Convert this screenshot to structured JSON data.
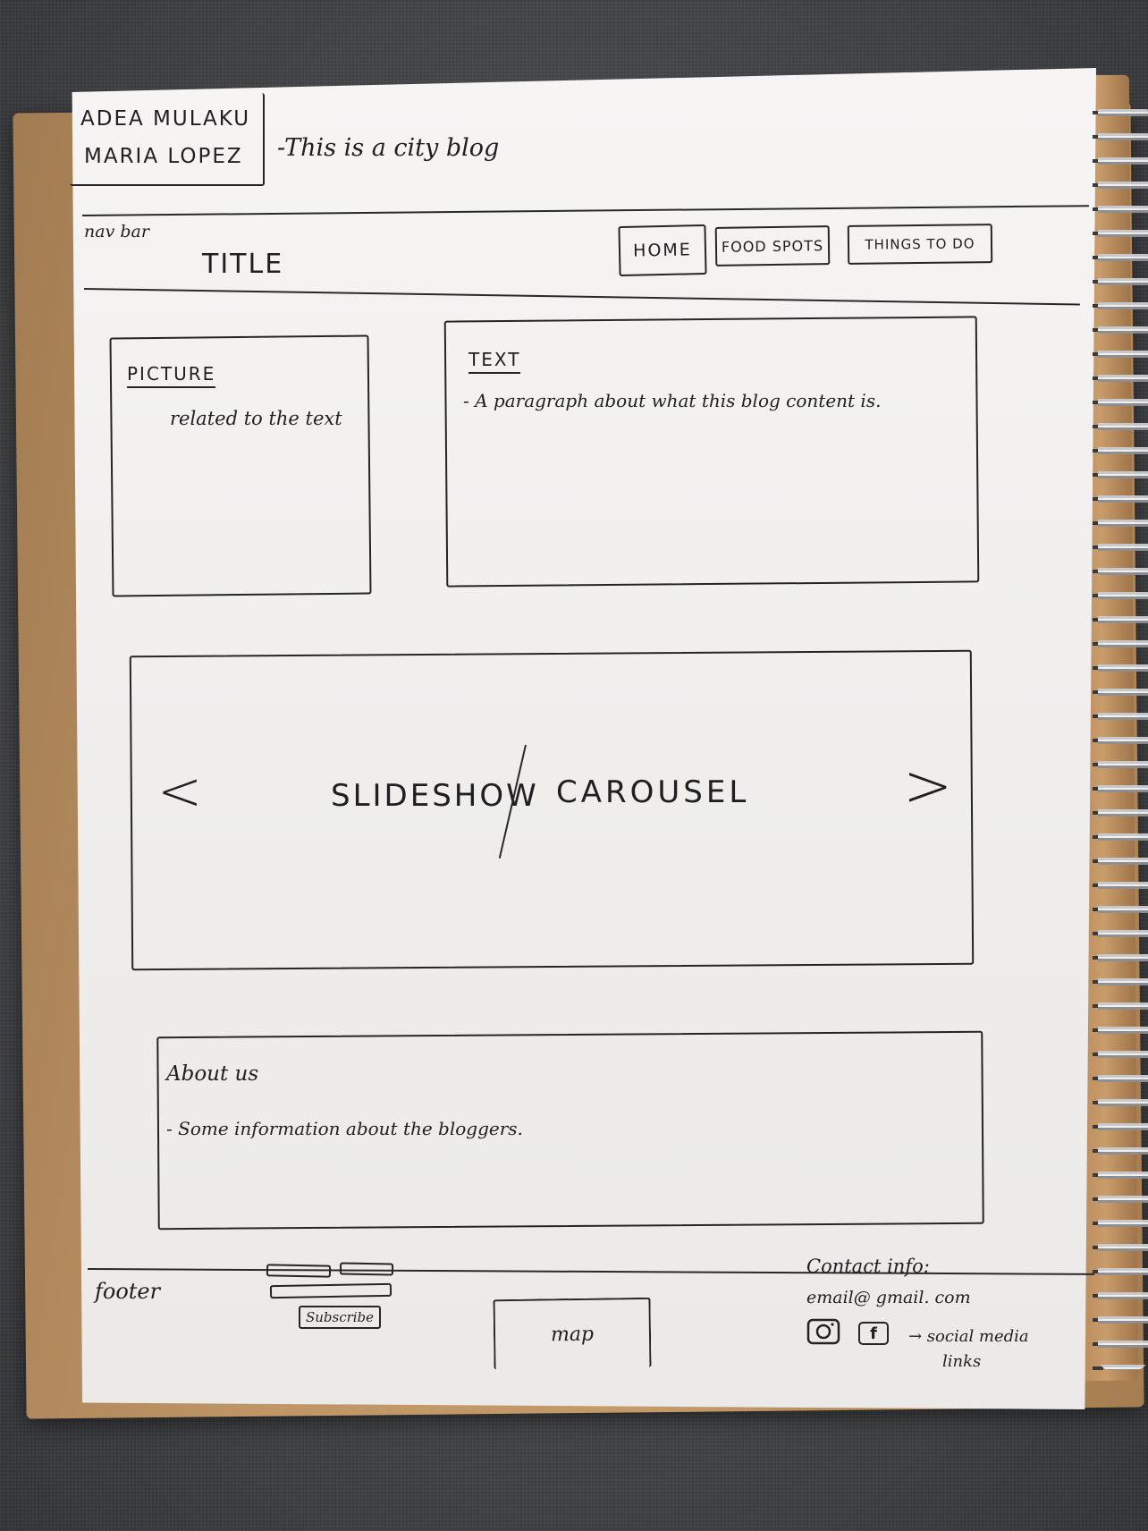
{
  "header": {
    "author_1": "ADEA MULAKU",
    "author_2": "MARIA LOPEZ",
    "tagline": "-This is a city blog"
  },
  "navbar": {
    "label": "nav bar",
    "title": "TITLE",
    "buttons": [
      "HOME",
      "FOOD SPOTS",
      "THINGS TO DO"
    ]
  },
  "picture_box": {
    "heading": "PICTURE",
    "caption": "related to the text"
  },
  "text_box": {
    "heading": "TEXT",
    "body": "- A paragraph about what this blog content is."
  },
  "slideshow": {
    "prev_glyph": "<",
    "next_glyph": ">",
    "label_left": "SLIDESHOW",
    "label_right": "CAROUSEL"
  },
  "about": {
    "heading": "About us",
    "body": "- Some information about the bloggers."
  },
  "footer": {
    "label": "footer",
    "subscribe_label": "Subscribe",
    "map_label": "map",
    "contact_heading": "Contact info:",
    "contact_email": "email@ gmail. com",
    "social_note_1": "→ social media",
    "social_note_2": "links",
    "icons": [
      "instagram-icon",
      "facebook-icon"
    ],
    "facebook_glyph": "f"
  }
}
